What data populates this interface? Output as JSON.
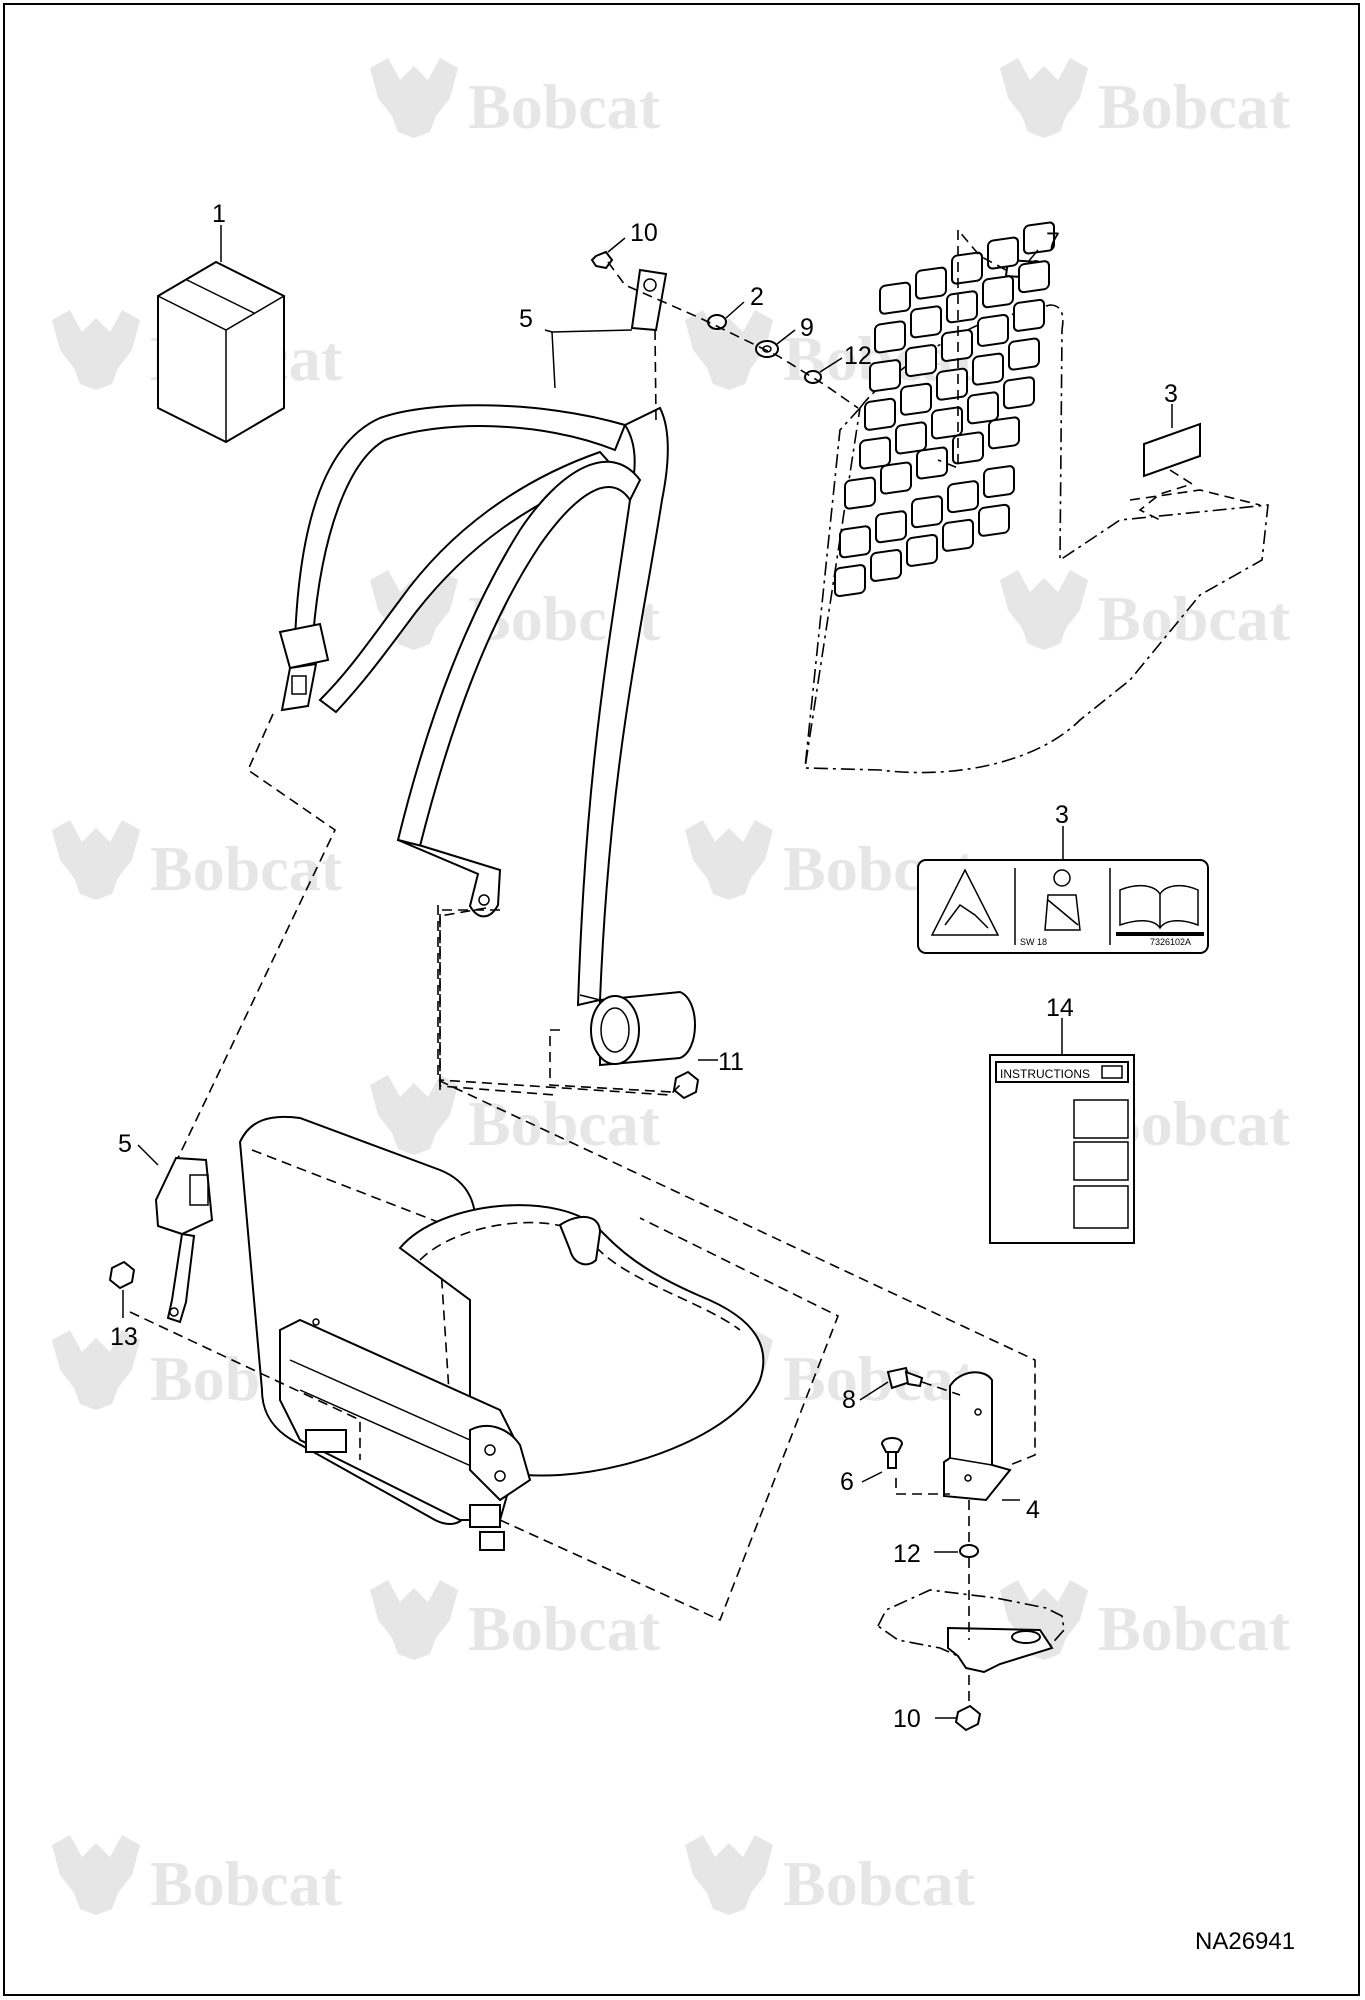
{
  "watermark": {
    "brand": "Bobcat"
  },
  "callouts": {
    "c1": "1",
    "c2": "2",
    "c3a": "3",
    "c3b": "3",
    "c4": "4",
    "c5a": "5",
    "c5b": "5",
    "c6": "6",
    "c7": "7",
    "c8": "8",
    "c9": "9",
    "c10a": "10",
    "c10b": "10",
    "c11": "11",
    "c12a": "12",
    "c12b": "12",
    "c13": "13",
    "c14": "14"
  },
  "decal": {
    "code_left": "SW 18",
    "code_right": "7326102A"
  },
  "manual": {
    "title": "INSTRUCTIONS"
  },
  "drawing_number": "NA26941",
  "colors": {
    "line": "#000000",
    "watermark": "#e6e6e6",
    "paper": "#ffffff"
  }
}
